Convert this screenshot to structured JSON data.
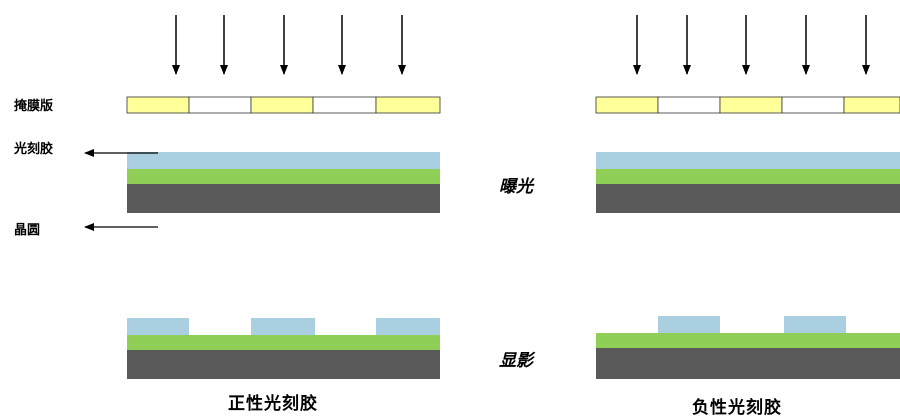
{
  "labels": {
    "mask": "掩膜版",
    "photoresist": "光刻胶",
    "wafer": "晶圆"
  },
  "steps": {
    "exposure": "曝光",
    "develop": "显影"
  },
  "captions": {
    "positive": "正性光刻胶",
    "negative": "负性光刻胶"
  },
  "colors": {
    "mask_opaque": "#ffff99",
    "mask_clear": "#ffffff",
    "photoresist": "#a9cfe0",
    "oxide_layer": "#8fcf57",
    "wafer": "#595959",
    "arrow": "#000000"
  },
  "light_arrow_count": 5
}
